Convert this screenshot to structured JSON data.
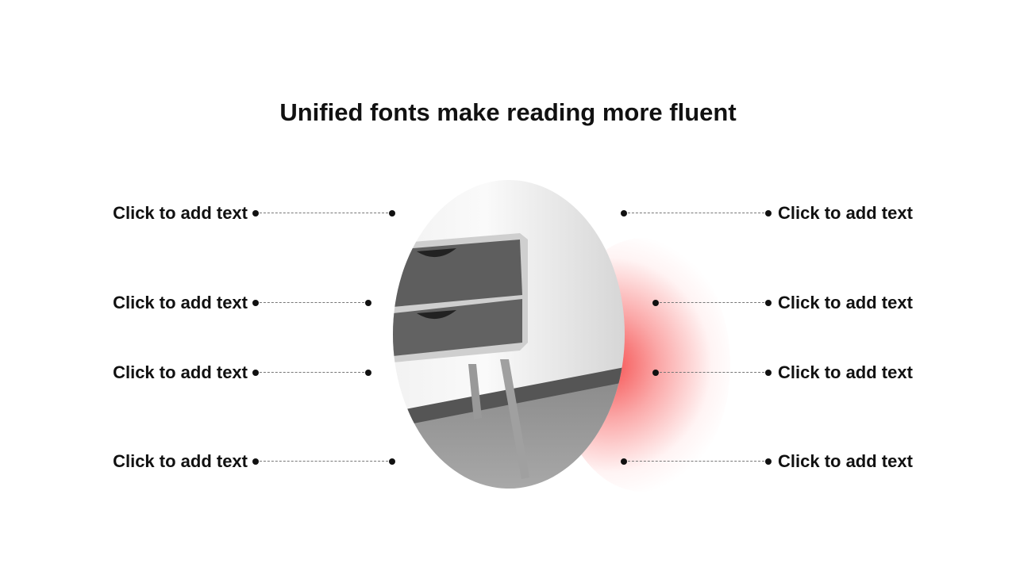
{
  "title": "Unified fonts make reading more fluent",
  "left_items": [
    {
      "label": "Click to add text"
    },
    {
      "label": "Click to add text"
    },
    {
      "label": "Click to add text"
    },
    {
      "label": "Click to add text"
    }
  ],
  "right_items": [
    {
      "label": "Click to add text"
    },
    {
      "label": "Click to add text"
    },
    {
      "label": "Click to add text"
    },
    {
      "label": "Click to add text"
    }
  ],
  "accent_color": "#f44646"
}
